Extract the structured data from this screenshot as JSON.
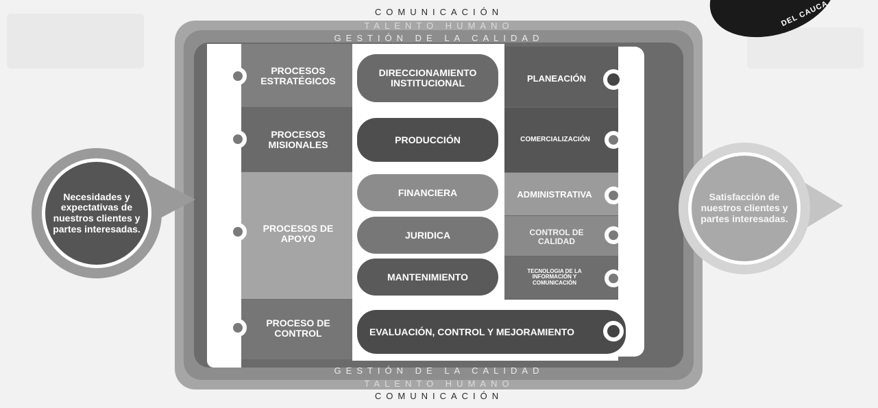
{
  "frame": {
    "top_communication": "COMUNICACIÓN",
    "top_talent": "TALENTO HUMANO",
    "top_quality": "GESTIÓN DE LA CALIDAD",
    "bottom_quality": "GESTIÓN DE LA CALIDAD",
    "bottom_talent": "TALENTO HUMANO",
    "bottom_communication": "COMUNICACIÓN"
  },
  "badge": {
    "text": "DEL CAUCA"
  },
  "input": {
    "text": "Necesidades y expectativas de nuestros clientes y partes interesadas."
  },
  "output": {
    "text": "Satisfacción de nuestros clientes y partes interesadas."
  },
  "categories": {
    "strategic": "PROCESOS ESTRATÉGICOS",
    "missional": "PROCESOS MISIONALES",
    "support": "PROCESOS DE APOYO",
    "control": "PROCESO DE CONTROL"
  },
  "center": {
    "direccionamiento": "DIRECCIONAMIENTO INSTITUCIONAL",
    "produccion": "PRODUCCIÓN",
    "financiera": "FINANCIERA",
    "juridica": "JURIDICA",
    "mantenimiento": "MANTENIMIENTO",
    "evaluacion": "EVALUACIÓN, CONTROL Y MEJORAMIENTO"
  },
  "right": {
    "planeacion": "PLANEACIÓN",
    "comercializacion": "COMERCIALIZACIÓN",
    "administrativa": "ADMINISTRATIVA",
    "control_calidad": "CONTROL DE CALIDAD",
    "tecnologia": "TECNOLOGIA DE LA INFORMACIÓN Y COMUNICACIÓN"
  }
}
